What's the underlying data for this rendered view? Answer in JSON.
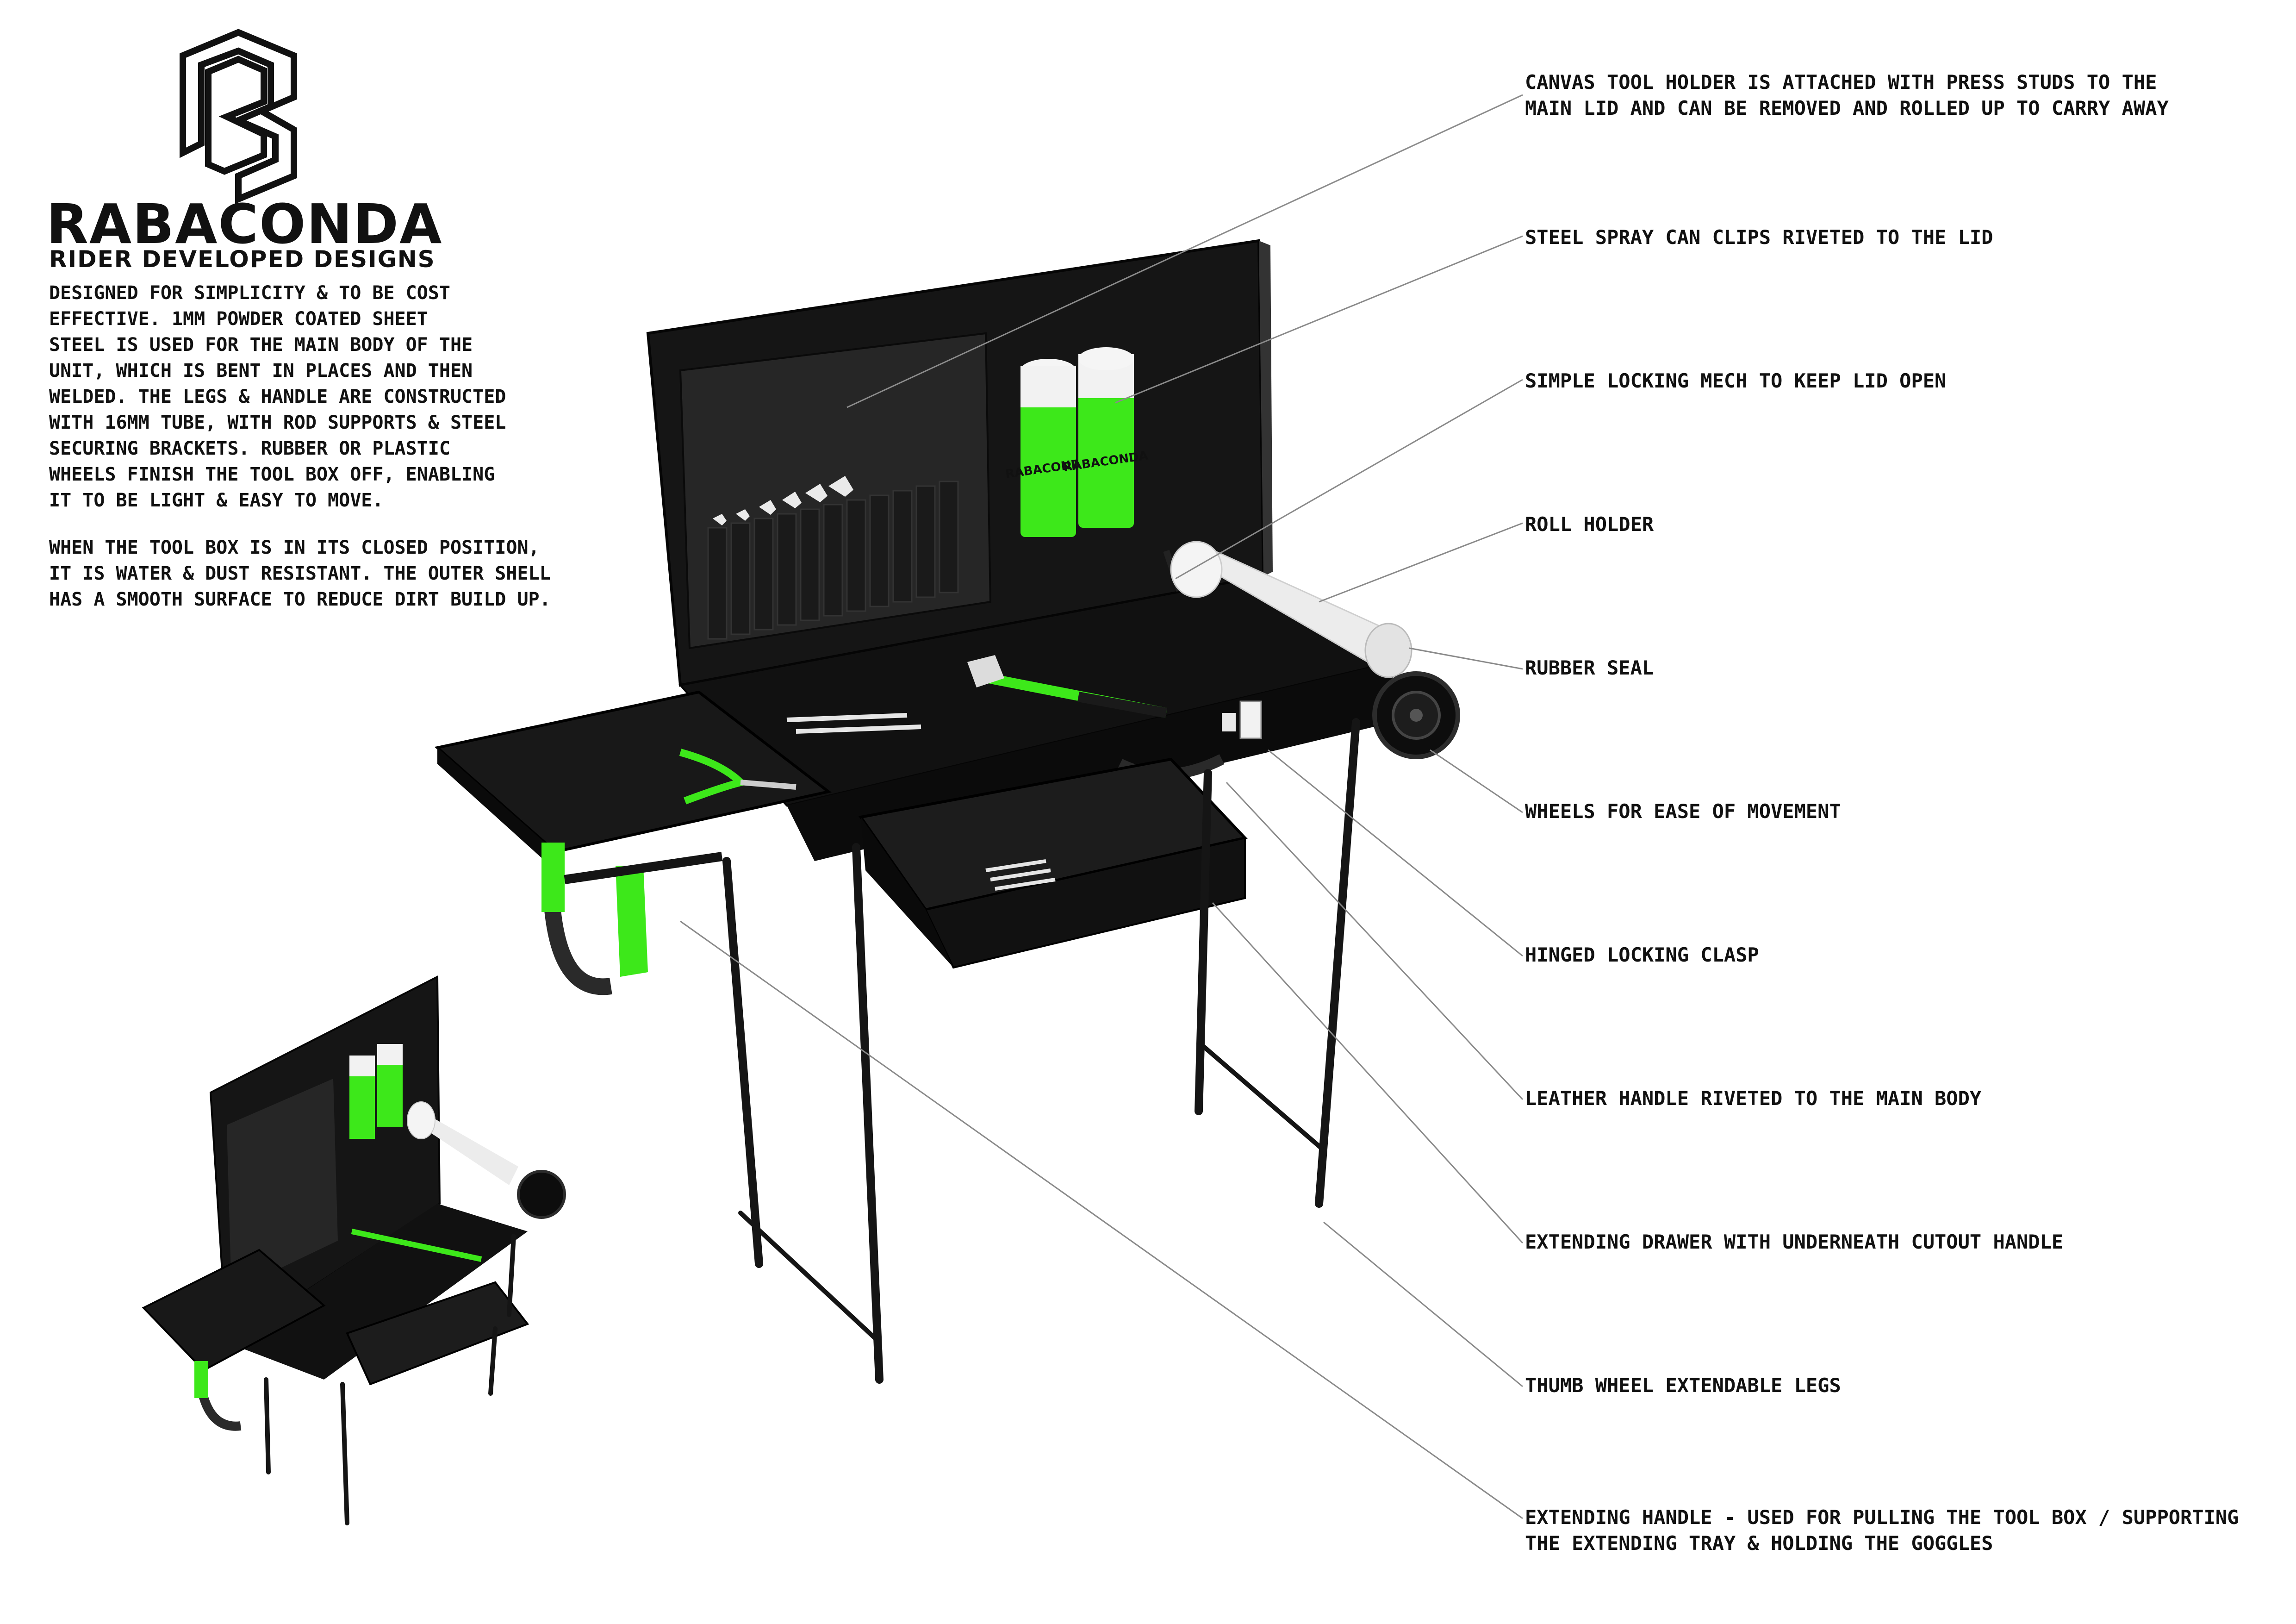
{
  "brand": {
    "name": "RABACONDA",
    "tagline": "RIDER DEVELOPED DESIGNS",
    "logo_icon": "rabaconda-r-logo"
  },
  "description": {
    "paragraph_1": "DESIGNED FOR SIMPLICITY & TO BE COST\nEFFECTIVE. 1MM POWDER COATED SHEET\nSTEEL IS USED FOR THE MAIN BODY OF THE\nUNIT, WHICH IS BENT IN PLACES AND THEN\nWELDED. THE LEGS & HANDLE ARE CONSTRUCTED\nWITH 16MM TUBE, WITH ROD SUPPORTS & STEEL\nSECURING BRACKETS. RUBBER OR PLASTIC\nWHEELS FINISH THE TOOL BOX OFF, ENABLING\nIT TO BE LIGHT & EASY TO MOVE.",
    "paragraph_2": "WHEN THE TOOL BOX IS IN ITS CLOSED POSITION,\nIT IS WATER & DUST RESISTANT. THE OUTER SHELL\nHAS A SMOOTH SURFACE TO REDUCE DIRT BUILD UP."
  },
  "callouts": [
    "CANVAS TOOL HOLDER IS ATTACHED WITH PRESS STUDS TO THE\nMAIN LID AND CAN BE REMOVED AND ROLLED UP TO CARRY AWAY",
    "STEEL SPRAY CAN CLIPS RIVETED TO THE LID",
    "SIMPLE LOCKING MECH TO KEEP LID OPEN",
    "ROLL HOLDER",
    "RUBBER SEAL",
    "WHEELS FOR EASE OF MOVEMENT",
    "HINGED LOCKING CLASP",
    "LEATHER HANDLE RIVETED TO THE MAIN BODY",
    "EXTENDING DRAWER WITH UNDERNEATH CUTOUT HANDLE",
    "THUMB WHEEL EXTENDABLE LEGS",
    "EXTENDING HANDLE - USED FOR PULLING THE TOOL BOX / SUPPORTING\nTHE EXTENDING TRAY & HOLDING THE GOGGLES"
  ],
  "can_label": "RABACONDA",
  "colors": {
    "body": "#141414",
    "panel": "#1f1f1f",
    "accent_green": "#3de81a",
    "line": "#8a8a8a",
    "text": "#111111"
  }
}
